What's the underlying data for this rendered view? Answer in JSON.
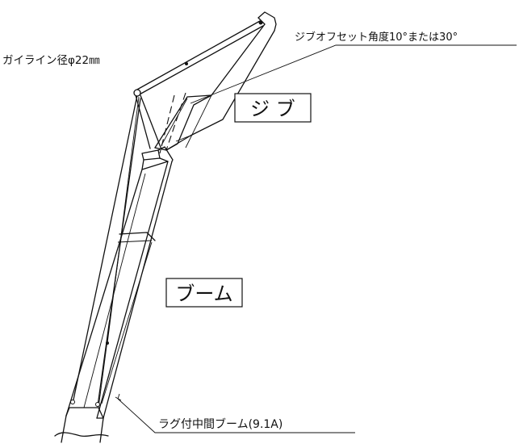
{
  "labels": {
    "guyline": "ガイライン径φ22㎜",
    "jib_offset": "ジブオフセット角度10°または30°",
    "jib": "ジ ブ",
    "boom": "ブーム",
    "lug_boom": "ラグ付中間ブーム(9.1A)"
  }
}
